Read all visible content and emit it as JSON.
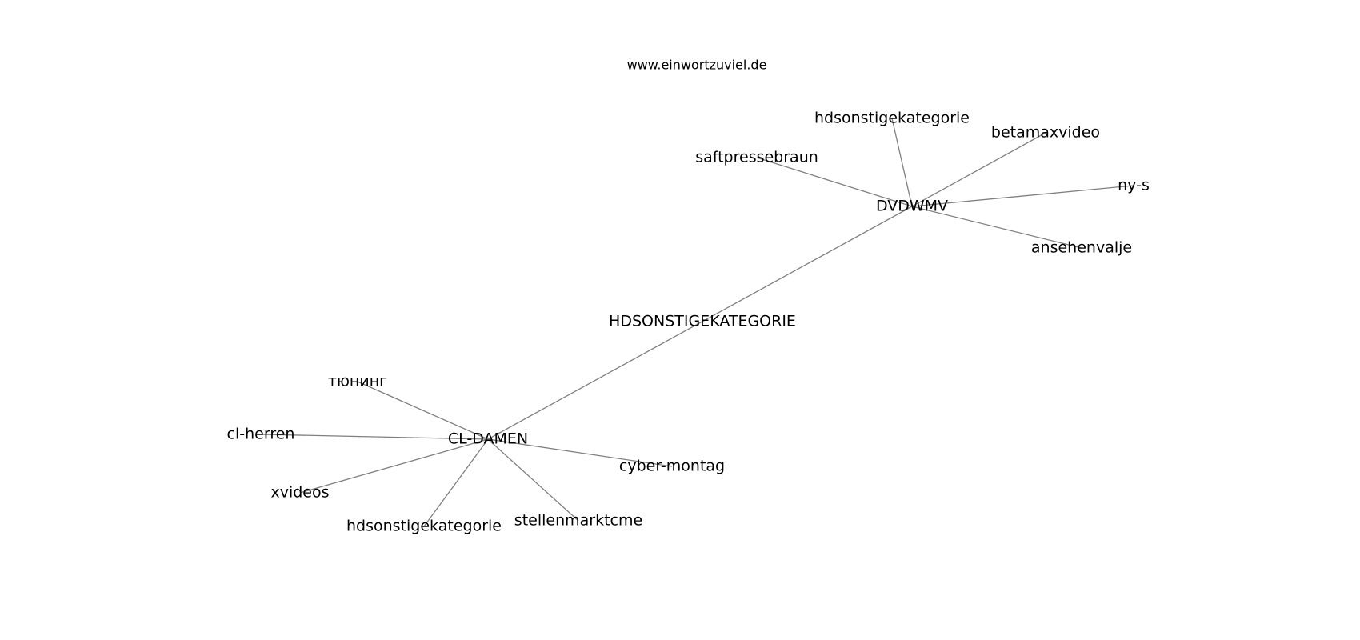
{
  "title": "www.einwortzuviel.de",
  "colors": {
    "edge": "#808080",
    "text": "#000000",
    "background": "#ffffff"
  },
  "nodes": [
    {
      "id": "center",
      "label": "HDSONSTIGEKATEGORIE"
    },
    {
      "id": "dvdwmv",
      "label": "DVDWMV"
    },
    {
      "id": "cldamen",
      "label": "CL-DAMEN"
    },
    {
      "id": "d_hdsonstige",
      "label": "hdsonstigekategorie"
    },
    {
      "id": "d_betamax",
      "label": "betamaxvideo"
    },
    {
      "id": "d_saftpresse",
      "label": "saftpressebraun"
    },
    {
      "id": "d_nys",
      "label": "ny-s"
    },
    {
      "id": "d_ansehen",
      "label": "ansehenvalje"
    },
    {
      "id": "c_tuning",
      "label": "тюнинг"
    },
    {
      "id": "c_clherren",
      "label": "cl-herren"
    },
    {
      "id": "c_xvideos",
      "label": "xvideos"
    },
    {
      "id": "c_hdsonstige",
      "label": "hdsonstigekategorie"
    },
    {
      "id": "c_stellen",
      "label": "stellenmarktcme"
    },
    {
      "id": "c_cyber",
      "label": "cyber-montag"
    }
  ],
  "edges": [
    [
      "dvdwmv",
      "cldamen"
    ],
    [
      "dvdwmv",
      "d_hdsonstige"
    ],
    [
      "dvdwmv",
      "d_betamax"
    ],
    [
      "dvdwmv",
      "d_saftpresse"
    ],
    [
      "dvdwmv",
      "d_nys"
    ],
    [
      "dvdwmv",
      "d_ansehen"
    ],
    [
      "cldamen",
      "c_tuning"
    ],
    [
      "cldamen",
      "c_clherren"
    ],
    [
      "cldamen",
      "c_xvideos"
    ],
    [
      "cldamen",
      "c_hdsonstige"
    ],
    [
      "cldamen",
      "c_stellen"
    ],
    [
      "cldamen",
      "c_cyber"
    ]
  ]
}
